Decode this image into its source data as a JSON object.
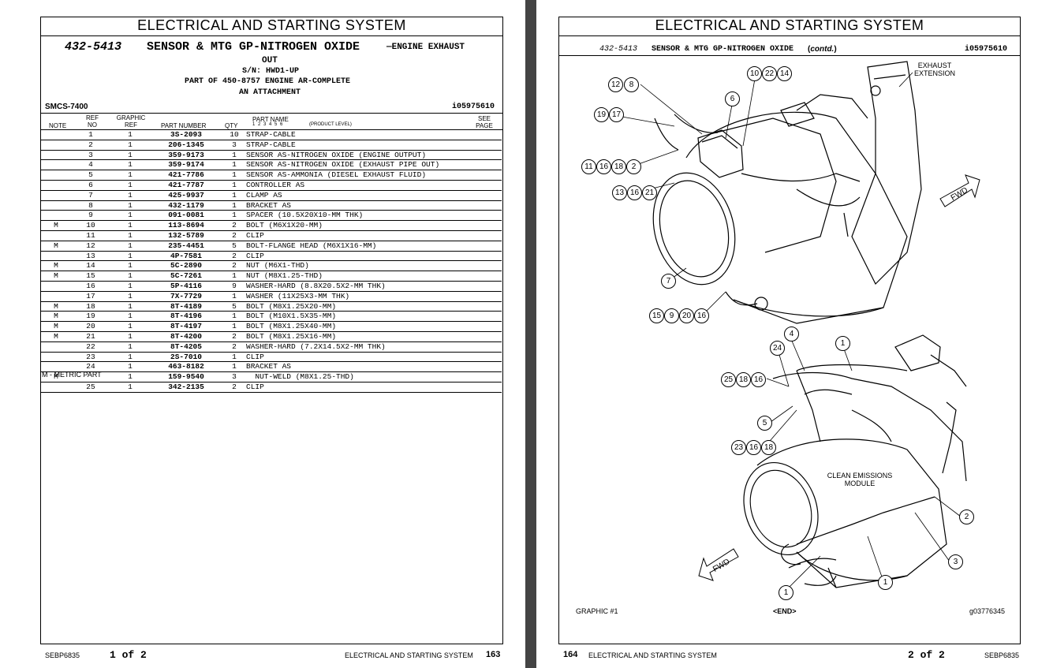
{
  "left_page": {
    "header": "ELECTRICAL AND STARTING SYSTEM",
    "group_number": "432-5413",
    "group_title": "SENSOR & MTG GP-NITROGEN OXIDE",
    "group_title_suffix": "—ENGINE EXHAUST",
    "group_title_line2": "OUT",
    "serial": "S/N: HWD1-UP",
    "part_of": "PART OF 450-8757 ENGINE AR-COMPLETE",
    "attachment": "AN ATTACHMENT",
    "smcs": "SMCS-7400",
    "illus_id": "i05975610",
    "columns": {
      "note": "NOTE",
      "ref_no": "REF NO",
      "graphic_ref": "GRAPHIC REF",
      "part_number": "PART NUMBER",
      "qty": "QTY",
      "part_name": "PART NAME",
      "levels": "1 2 3 4 5 6",
      "product_level": "(PRODUCT LEVEL)",
      "see_page": "SEE PAGE"
    },
    "rows": [
      {
        "note": "",
        "ref": "1",
        "graphic": "1",
        "pn": "3S-2093",
        "qty": "10",
        "name": "STRAP-CABLE"
      },
      {
        "note": "",
        "ref": "2",
        "graphic": "1",
        "pn": "206-1345",
        "qty": "3",
        "name": "STRAP-CABLE"
      },
      {
        "note": "",
        "ref": "3",
        "graphic": "1",
        "pn": "359-9173",
        "qty": "1",
        "name": "SENSOR AS-NITROGEN OXIDE (ENGINE OUTPUT)"
      },
      {
        "note": "",
        "ref": "4",
        "graphic": "1",
        "pn": "359-9174",
        "qty": "1",
        "name": "SENSOR AS-NITROGEN OXIDE (EXHAUST PIPE OUT)"
      },
      {
        "note": "",
        "ref": "5",
        "graphic": "1",
        "pn": "421-7786",
        "qty": "1",
        "name": "SENSOR AS-AMMONIA (DIESEL EXHAUST FLUID)"
      },
      {
        "note": "",
        "ref": "6",
        "graphic": "1",
        "pn": "421-7787",
        "qty": "1",
        "name": "CONTROLLER AS"
      },
      {
        "note": "",
        "ref": "7",
        "graphic": "1",
        "pn": "425-9937",
        "qty": "1",
        "name": "CLAMP AS"
      },
      {
        "note": "",
        "ref": "8",
        "graphic": "1",
        "pn": "432-1179",
        "qty": "1",
        "name": "BRACKET AS"
      },
      {
        "note": "",
        "ref": "9",
        "graphic": "1",
        "pn": "091-0081",
        "qty": "1",
        "name": "SPACER (10.5X20X10-MM THK)"
      },
      {
        "note": "M",
        "ref": "10",
        "graphic": "1",
        "pn": "113-8694",
        "qty": "2",
        "name": "BOLT (M6X1X20-MM)"
      },
      {
        "note": "",
        "ref": "11",
        "graphic": "1",
        "pn": "132-5789",
        "qty": "2",
        "name": "CLIP"
      },
      {
        "note": "M",
        "ref": "12",
        "graphic": "1",
        "pn": "235-4451",
        "qty": "5",
        "name": "BOLT-FLANGE HEAD (M6X1X16-MM)"
      },
      {
        "note": "",
        "ref": "13",
        "graphic": "1",
        "pn": "4P-7581",
        "qty": "2",
        "name": "CLIP"
      },
      {
        "note": "M",
        "ref": "14",
        "graphic": "1",
        "pn": "5C-2890",
        "qty": "2",
        "name": "NUT (M6X1-THD)"
      },
      {
        "note": "M",
        "ref": "15",
        "graphic": "1",
        "pn": "5C-7261",
        "qty": "1",
        "name": "NUT (M8X1.25-THD)"
      },
      {
        "note": "",
        "ref": "16",
        "graphic": "1",
        "pn": "5P-4116",
        "qty": "9",
        "name": "WASHER-HARD (8.8X20.5X2-MM THK)"
      },
      {
        "note": "",
        "ref": "17",
        "graphic": "1",
        "pn": "7X-7729",
        "qty": "1",
        "name": "WASHER (11X25X3-MM THK)"
      },
      {
        "note": "M",
        "ref": "18",
        "graphic": "1",
        "pn": "8T-4189",
        "qty": "5",
        "name": "BOLT (M8X1.25X20-MM)"
      },
      {
        "note": "M",
        "ref": "19",
        "graphic": "1",
        "pn": "8T-4196",
        "qty": "1",
        "name": "BOLT (M10X1.5X35-MM)"
      },
      {
        "note": "M",
        "ref": "20",
        "graphic": "1",
        "pn": "8T-4197",
        "qty": "1",
        "name": "BOLT (M8X1.25X40-MM)"
      },
      {
        "note": "M",
        "ref": "21",
        "graphic": "1",
        "pn": "8T-4200",
        "qty": "2",
        "name": "BOLT (M8X1.25X16-MM)"
      },
      {
        "note": "",
        "ref": "22",
        "graphic": "1",
        "pn": "8T-4205",
        "qty": "2",
        "name": "WASHER-HARD (7.2X14.5X2-MM THK)"
      },
      {
        "note": "",
        "ref": "23",
        "graphic": "1",
        "pn": "2S-7010",
        "qty": "1",
        "name": "CLIP"
      },
      {
        "note": "",
        "ref": "24",
        "graphic": "1",
        "pn": "463-8182",
        "qty": "1",
        "name": "BRACKET AS"
      },
      {
        "note": "M",
        "ref": "",
        "graphic": "1",
        "pn": "159-9540",
        "qty": "3",
        "name": "  NUT-WELD (M8X1.25-THD)"
      },
      {
        "note": "",
        "ref": "25",
        "graphic": "1",
        "pn": "342-2135",
        "qty": "2",
        "name": "CLIP"
      }
    ],
    "metric_note": "M - METRIC PART",
    "footer": {
      "doc": "SEBP6835",
      "pages": "1 of 2",
      "section": "ELECTRICAL AND STARTING SYSTEM",
      "page_no": "163"
    }
  },
  "right_page": {
    "header": "ELECTRICAL AND STARTING SYSTEM",
    "group_number": "432-5413",
    "group_title": "SENSOR & MTG GP-NITROGEN OXIDE",
    "contd": "contd.",
    "illus_id": "i05975610",
    "labels": {
      "exhaust_extension": "EXHAUST\nEXTENSION",
      "clean_emissions": "CLEAN EMISSIONS\nMODULE",
      "fwd": "FWD"
    },
    "callouts_top": [
      "12",
      "8",
      "6",
      "10",
      "22",
      "14",
      "19",
      "17",
      "11",
      "16",
      "18",
      "2",
      "13",
      "16",
      "21",
      "7",
      "15",
      "9",
      "20",
      "16"
    ],
    "callouts_bottom": [
      "4",
      "1",
      "24",
      "25",
      "18",
      "16",
      "5",
      "23",
      "16",
      "18",
      "2",
      "3",
      "1",
      "1"
    ],
    "graphic_label": "GRAPHIC #1",
    "end": "<END>",
    "graphic_id": "g03776345",
    "footer": {
      "page_no": "164",
      "section": "ELECTRICAL AND STARTING SYSTEM",
      "pages": "2 of 2",
      "doc": "SEBP6835"
    }
  }
}
